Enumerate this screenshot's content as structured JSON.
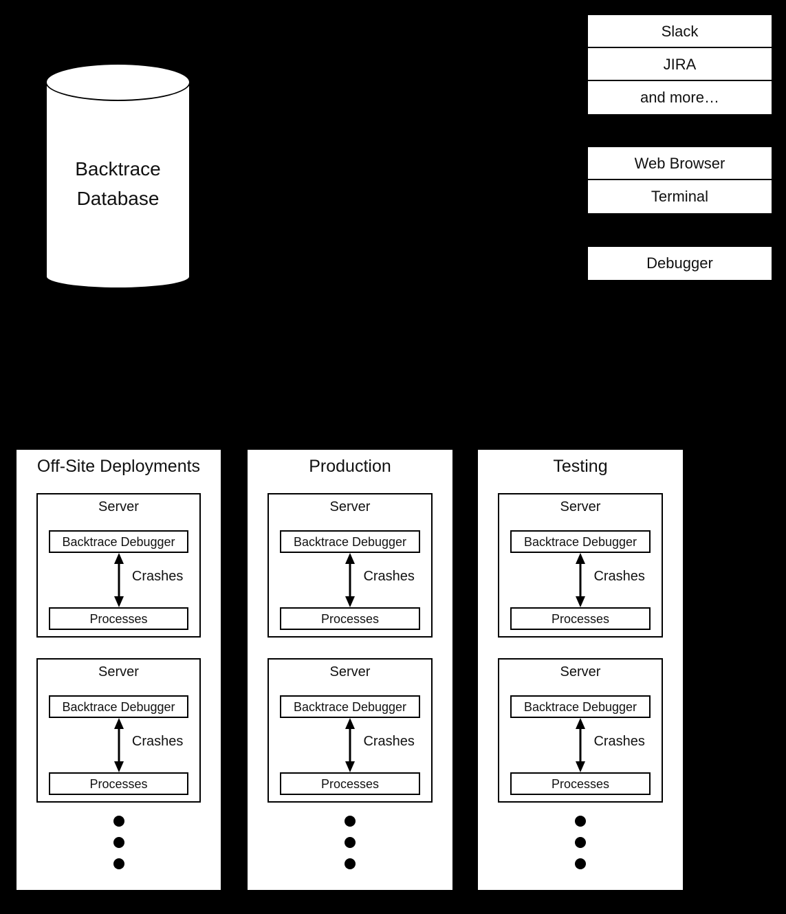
{
  "database": {
    "name": "backtrace-database",
    "label": "Backtrace\nDatabase"
  },
  "integrations": {
    "name": "integration-stack",
    "rows": [
      "Slack",
      "JIRA",
      "and more…"
    ]
  },
  "clients": {
    "name": "client-stack",
    "rows": [
      "Web Browser",
      "Terminal"
    ]
  },
  "debugger_stack": {
    "name": "debugger-stack",
    "rows": [
      "Debugger"
    ]
  },
  "environments": [
    {
      "title": "Off-Site Deployments",
      "servers": [
        {
          "title": "Server",
          "debugger": "Backtrace Debugger",
          "arrow_label": "Crashes",
          "processes": "Processes"
        },
        {
          "title": "Server",
          "debugger": "Backtrace Debugger",
          "arrow_label": "Crashes",
          "processes": "Processes"
        }
      ],
      "ellipsis": "⋮"
    },
    {
      "title": "Production",
      "servers": [
        {
          "title": "Server",
          "debugger": "Backtrace Debugger",
          "arrow_label": "Crashes",
          "processes": "Processes"
        },
        {
          "title": "Server",
          "debugger": "Backtrace Debugger",
          "arrow_label": "Crashes",
          "processes": "Processes"
        }
      ],
      "ellipsis": "⋮"
    },
    {
      "title": "Testing",
      "servers": [
        {
          "title": "Server",
          "debugger": "Backtrace Debugger",
          "arrow_label": "Crashes",
          "processes": "Processes"
        },
        {
          "title": "Server",
          "debugger": "Backtrace Debugger",
          "arrow_label": "Crashes",
          "processes": "Processes"
        }
      ],
      "ellipsis": "⋮"
    }
  ],
  "colors": {
    "background": "#000000",
    "surface": "#ffffff",
    "stroke": "#000000",
    "text": "#111111"
  }
}
